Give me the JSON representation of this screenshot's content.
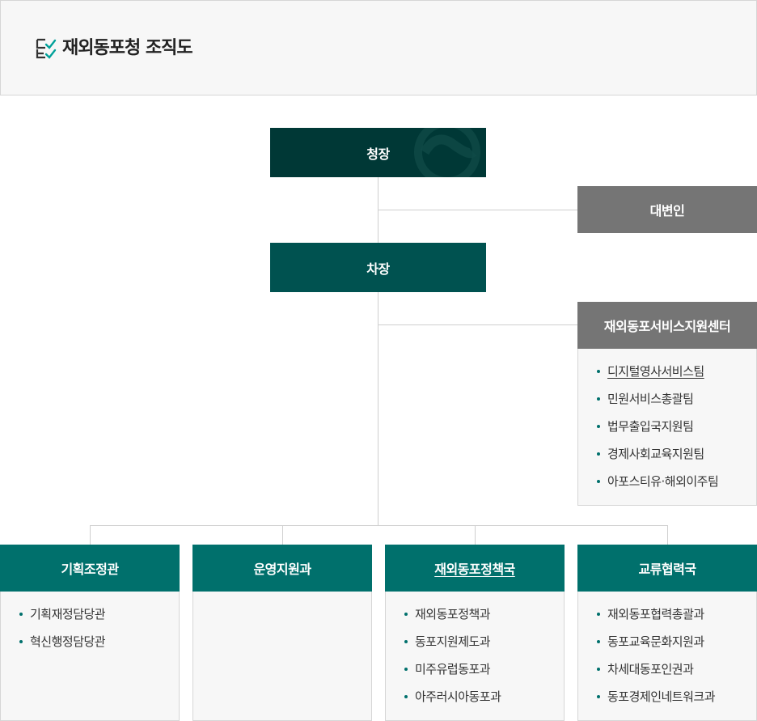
{
  "header": {
    "title": "재외동포청 조직도",
    "icon": "checklist-icon",
    "accent_color": "#00a19a"
  },
  "top": {
    "commissioner": "청장",
    "spokesperson": "대변인",
    "deputy": "차장"
  },
  "center": {
    "title": "재외동포서비스지원센터",
    "items": [
      "디지털영사서비스팀",
      "민원서비스총괄팀",
      "법무출입국지원팀",
      "경제사회교육지원팀",
      "아포스티유·해외이주팀"
    ]
  },
  "departments": [
    {
      "title": "기획조정관",
      "items": [
        "기획재정담당관",
        "혁신행정담당관"
      ]
    },
    {
      "title": "운영지원과",
      "items": []
    },
    {
      "title": "재외동포정책국",
      "items": [
        "재외동포정책과",
        "동포지원제도과",
        "미주유럽동포과",
        "아주러시아동포과"
      ]
    },
    {
      "title": "교류협력국",
      "items": [
        "재외동포협력총괄과",
        "동포교육문화지원과",
        "차세대동포인권과",
        "동포경제인네트워크과"
      ]
    }
  ],
  "colors": {
    "commissioner_bg": "#003836",
    "deputy_bg": "#005250",
    "department_bg": "#00706c",
    "gray_box_bg": "#757575",
    "panel_bg": "#f7f7f7"
  }
}
